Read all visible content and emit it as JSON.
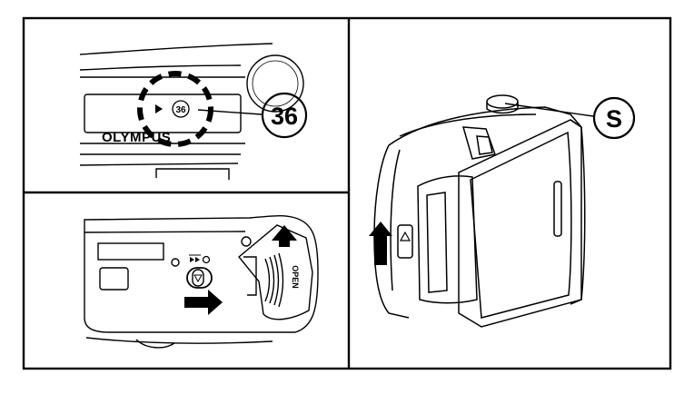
{
  "figure": {
    "top_left": {
      "brand": "OLYMPUS",
      "counter_small": "36",
      "callout": "36",
      "icons": [
        "frame-pointer-triangle-icon"
      ]
    },
    "bottom_left": {
      "door_label": "OPEN",
      "icons": [
        "rewind-symbol-icon",
        "slide-direction-arrow-icon"
      ]
    },
    "right": {
      "callout": "S",
      "icons": [
        "slide-up-arrow-icon",
        "release-triangle-icon"
      ]
    },
    "colors": {
      "line": "#000000",
      "background": "#ffffff"
    }
  }
}
